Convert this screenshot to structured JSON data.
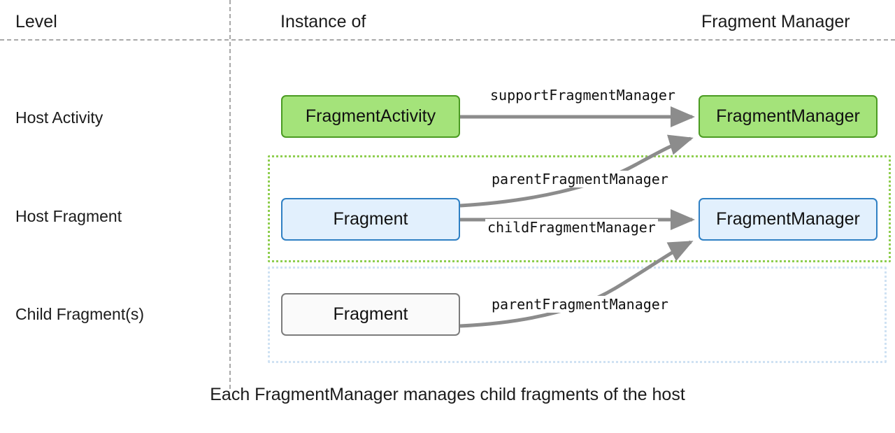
{
  "diagram": {
    "headers": {
      "level": "Level",
      "instance_of": "Instance of",
      "fragment_manager": "Fragment Manager"
    },
    "rows": [
      {
        "label": "Host Activity"
      },
      {
        "label": "Host Fragment"
      },
      {
        "label": "Child Fragment(s)"
      }
    ],
    "nodes": {
      "fragment_activity": "FragmentActivity",
      "fm_activity": "FragmentManager",
      "host_fragment": "Fragment",
      "fm_fragment": "FragmentManager",
      "child_fragment": "Fragment"
    },
    "edges": {
      "support_fragment_manager": "supportFragmentManager",
      "parent_fragment_manager_host": "parentFragmentManager",
      "child_fragment_manager": "childFragmentManager",
      "parent_fragment_manager_child": "parentFragmentManager"
    },
    "caption": "Each FragmentManager manages child fragments of the host",
    "colors": {
      "activity_fill": "#a4e37a",
      "activity_stroke": "#4b9b22",
      "fragment_fill": "#e2f0fd",
      "fragment_stroke": "#2f80c4",
      "plain_fill": "#fafafa",
      "plain_stroke": "#7c7c7c",
      "group_host_border": "#8fce4f",
      "group_child_border": "#cfe2f3",
      "arrow": "#8c8c8c",
      "divider": "#a8a8a8",
      "text": "#1b1b1b"
    }
  }
}
